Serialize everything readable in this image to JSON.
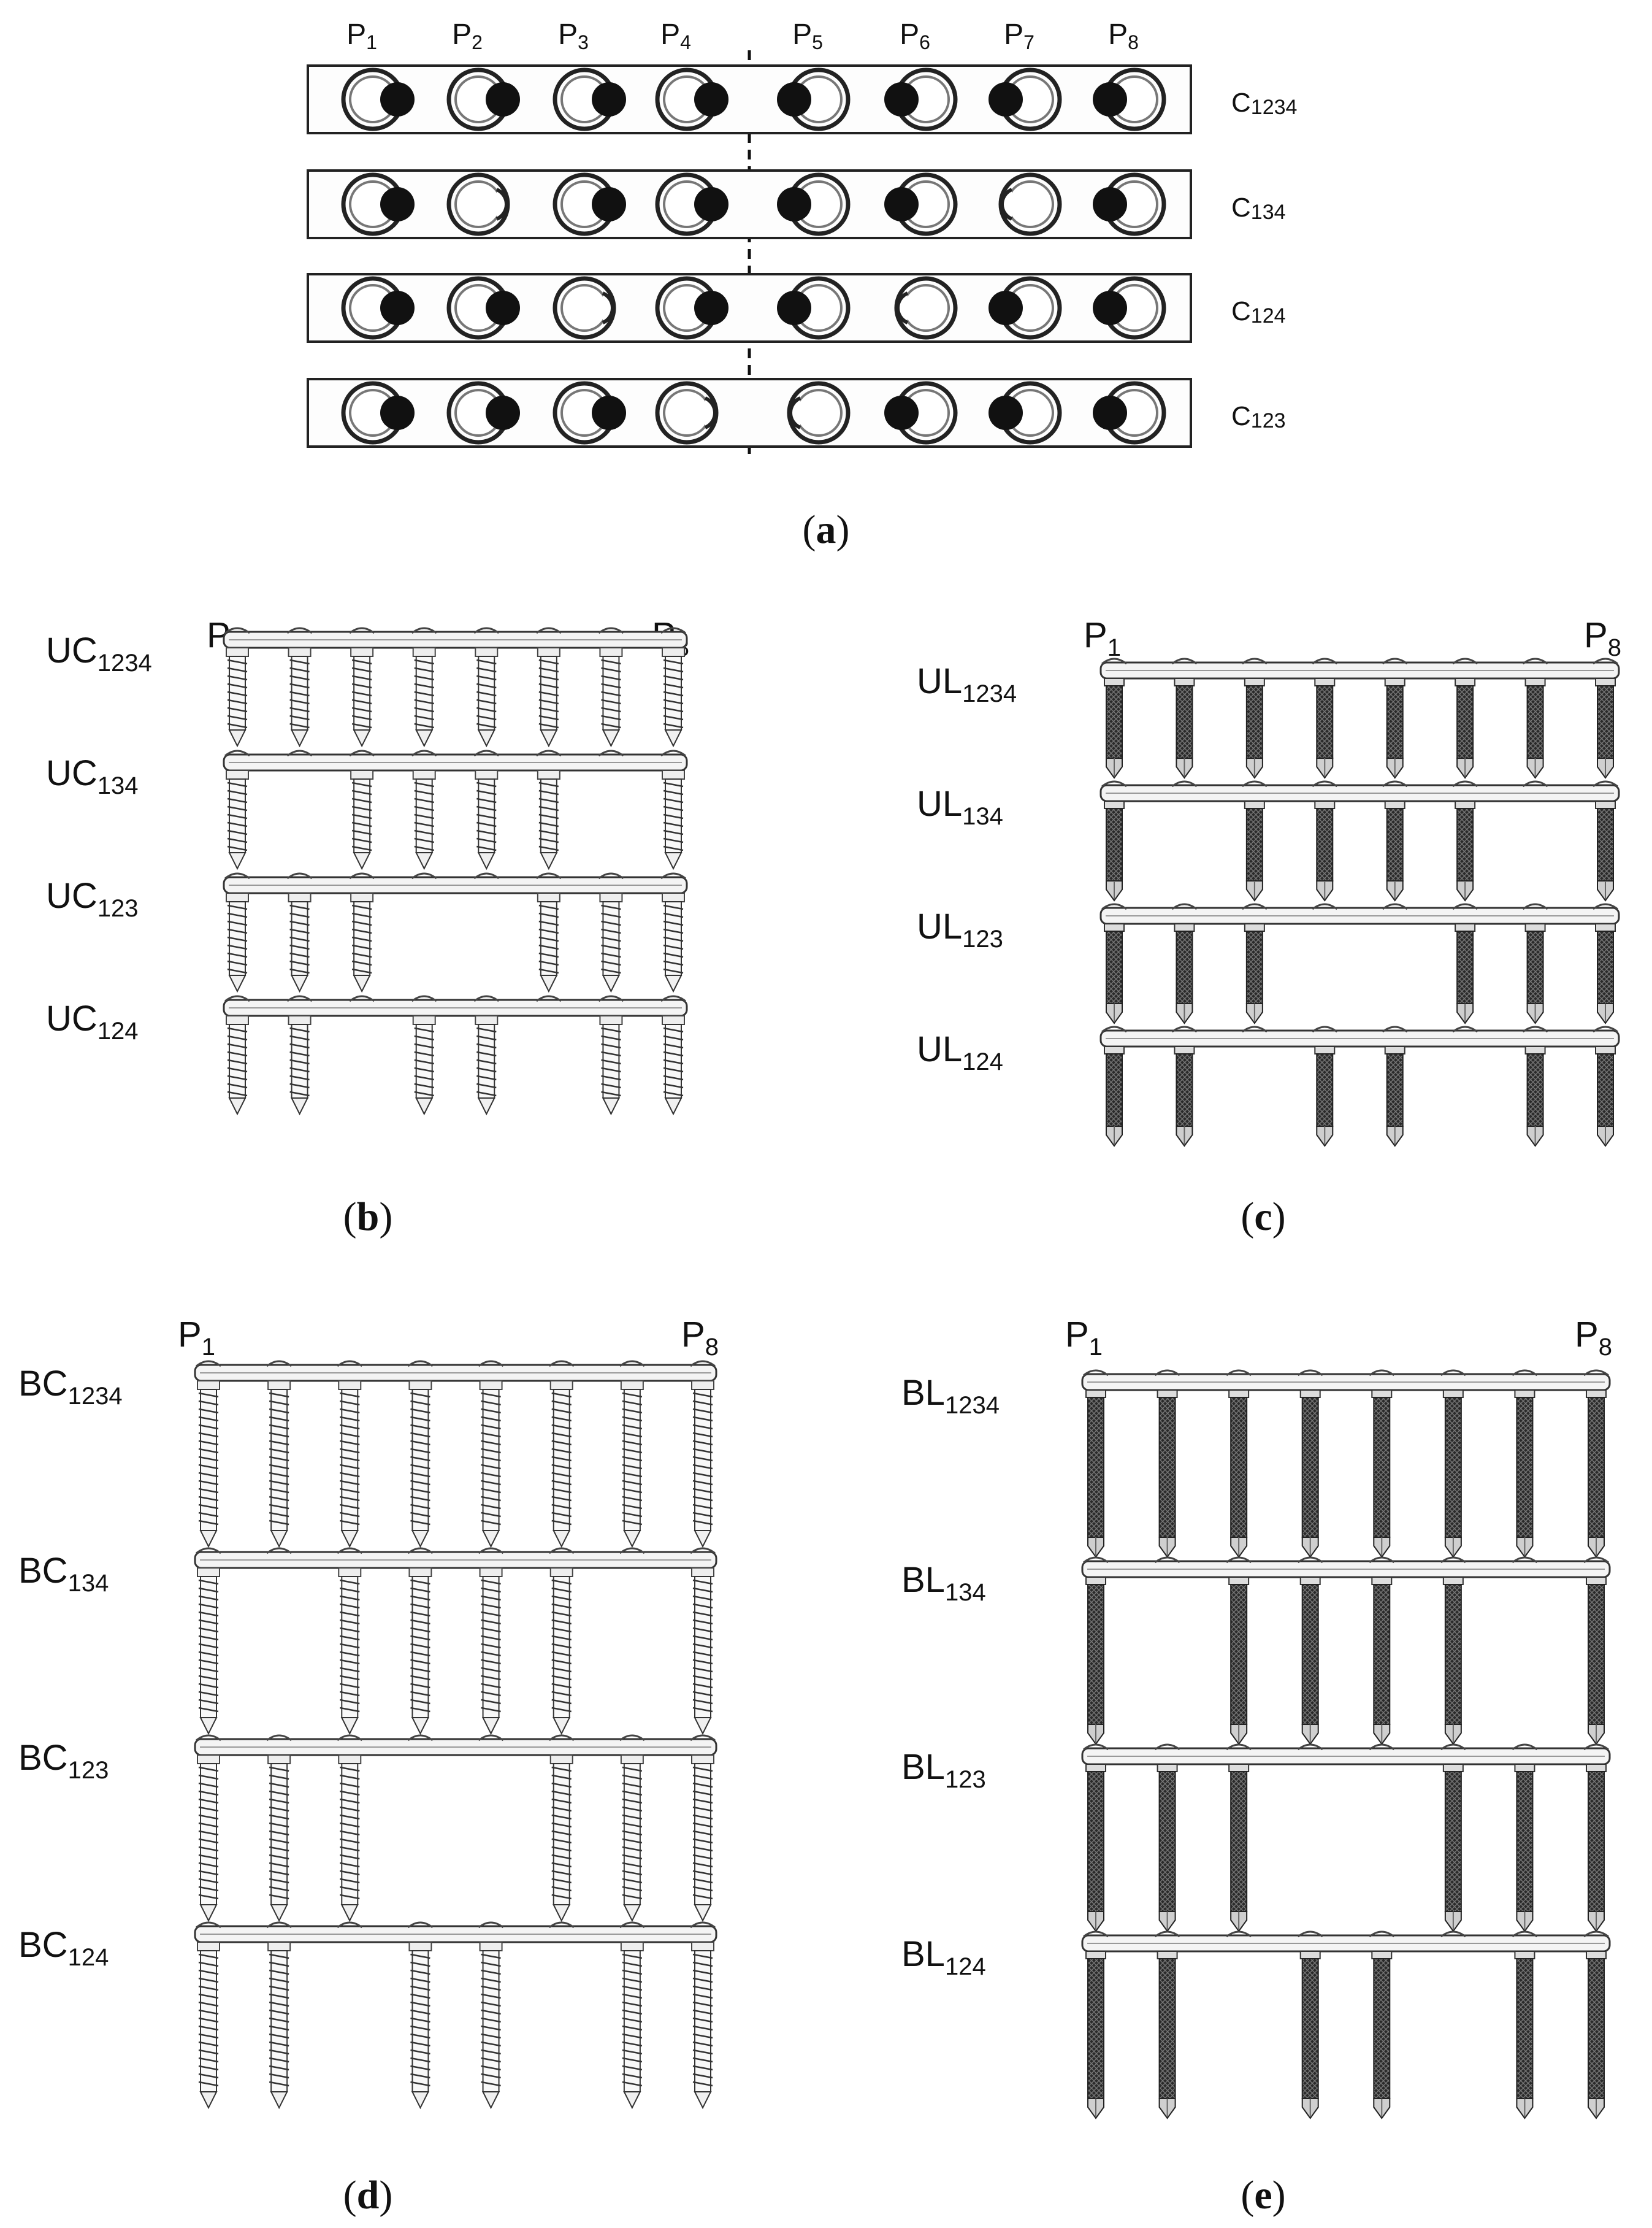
{
  "panel_a": {
    "positions": [
      {
        "main": "P",
        "sub": "1"
      },
      {
        "main": "P",
        "sub": "2"
      },
      {
        "main": "P",
        "sub": "3"
      },
      {
        "main": "P",
        "sub": "4"
      },
      {
        "main": "P",
        "sub": "5"
      },
      {
        "main": "P",
        "sub": "6"
      },
      {
        "main": "P",
        "sub": "7"
      },
      {
        "main": "P",
        "sub": "8"
      }
    ],
    "rows": [
      {
        "main": "C",
        "sub": "1234",
        "filled": [
          1,
          1,
          1,
          1,
          1,
          1,
          1,
          1
        ]
      },
      {
        "main": "C",
        "sub": "134",
        "filled": [
          1,
          0,
          1,
          1,
          1,
          1,
          0,
          1
        ]
      },
      {
        "main": "C",
        "sub": "124",
        "filled": [
          1,
          1,
          0,
          1,
          1,
          0,
          1,
          1
        ]
      },
      {
        "main": "C",
        "sub": "123",
        "filled": [
          1,
          1,
          1,
          0,
          0,
          1,
          1,
          1
        ]
      }
    ],
    "caption": {
      "open": "(",
      "letter": "a",
      "close": ")"
    }
  },
  "panels": [
    {
      "id": "b",
      "style": "cortical",
      "caption": {
        "open": "(",
        "letter": "b",
        "close": ")"
      },
      "p_start": {
        "main": "P",
        "sub": "1"
      },
      "p_end": {
        "main": "P",
        "sub": "8"
      },
      "rows": [
        {
          "main": "UC",
          "sub": "1234",
          "holes": [
            1,
            2,
            3,
            4,
            5,
            6,
            7,
            8
          ]
        },
        {
          "main": "UC",
          "sub": "134",
          "holes": [
            1,
            3,
            4,
            5,
            6,
            8
          ]
        },
        {
          "main": "UC",
          "sub": "123",
          "holes": [
            1,
            2,
            3,
            6,
            7,
            8
          ]
        },
        {
          "main": "UC",
          "sub": "124",
          "holes": [
            1,
            2,
            4,
            5,
            7,
            8
          ]
        }
      ]
    },
    {
      "id": "c",
      "style": "locking",
      "caption": {
        "open": "(",
        "letter": "c",
        "close": ")"
      },
      "p_start": {
        "main": "P",
        "sub": "1"
      },
      "p_end": {
        "main": "P",
        "sub": "8"
      },
      "rows": [
        {
          "main": "UL",
          "sub": "1234",
          "holes": [
            1,
            2,
            3,
            4,
            5,
            6,
            7,
            8
          ]
        },
        {
          "main": "UL",
          "sub": "134",
          "holes": [
            1,
            3,
            4,
            5,
            6,
            8
          ]
        },
        {
          "main": "UL",
          "sub": "123",
          "holes": [
            1,
            2,
            3,
            6,
            7,
            8
          ]
        },
        {
          "main": "UL",
          "sub": "124",
          "holes": [
            1,
            2,
            4,
            5,
            7,
            8
          ]
        }
      ]
    },
    {
      "id": "d",
      "style": "cortical",
      "caption": {
        "open": "(",
        "letter": "d",
        "close": ")"
      },
      "p_start": {
        "main": "P",
        "sub": "1"
      },
      "p_end": {
        "main": "P",
        "sub": "8"
      },
      "rows": [
        {
          "main": "BC",
          "sub": "1234",
          "holes": [
            1,
            2,
            3,
            4,
            5,
            6,
            7,
            8
          ]
        },
        {
          "main": "BC",
          "sub": "134",
          "holes": [
            1,
            3,
            4,
            5,
            6,
            8
          ]
        },
        {
          "main": "BC",
          "sub": "123",
          "holes": [
            1,
            2,
            3,
            6,
            7,
            8
          ]
        },
        {
          "main": "BC",
          "sub": "124",
          "holes": [
            1,
            2,
            4,
            5,
            7,
            8
          ]
        }
      ]
    },
    {
      "id": "e",
      "style": "locking",
      "caption": {
        "open": "(",
        "letter": "e",
        "close": ")"
      },
      "p_start": {
        "main": "P",
        "sub": "1"
      },
      "p_end": {
        "main": "P",
        "sub": "8"
      },
      "rows": [
        {
          "main": "BL",
          "sub": "1234",
          "holes": [
            1,
            2,
            3,
            4,
            5,
            6,
            7,
            8
          ]
        },
        {
          "main": "BL",
          "sub": "134",
          "holes": [
            1,
            3,
            4,
            5,
            6,
            8
          ]
        },
        {
          "main": "BL",
          "sub": "123",
          "holes": [
            1,
            2,
            3,
            6,
            7,
            8
          ]
        },
        {
          "main": "BL",
          "sub": "124",
          "holes": [
            1,
            2,
            4,
            5,
            7,
            8
          ]
        }
      ]
    }
  ]
}
